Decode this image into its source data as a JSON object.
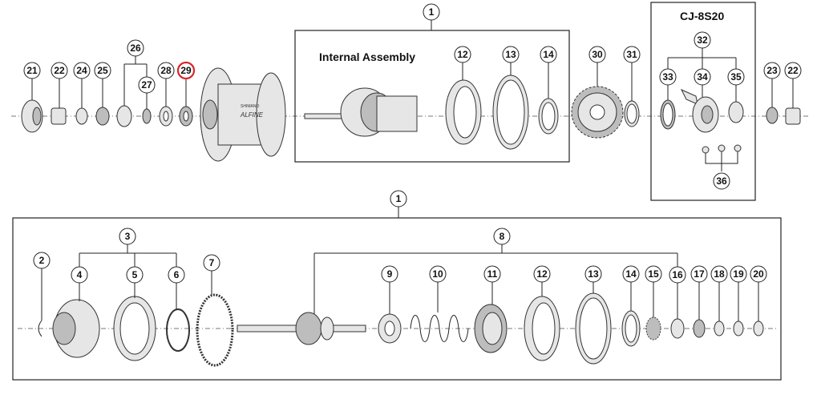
{
  "boxes": {
    "internal_assembly_title": "Internal Assembly",
    "cj_title": "CJ-8S20"
  },
  "hub_shell": {
    "brand_small": "SHIMANO",
    "brand_large": "ALFINE"
  },
  "highlight": {
    "part_number": "29",
    "color": "#d9262b"
  },
  "callouts": {
    "top_row": [
      "21",
      "22",
      "24",
      "25",
      "26",
      "27",
      "28",
      "29",
      "1",
      "12",
      "13",
      "14",
      "30",
      "31",
      "32",
      "33",
      "34",
      "35",
      "36",
      "23",
      "22"
    ],
    "bottom_row": [
      "1",
      "2",
      "3",
      "4",
      "5",
      "6",
      "7",
      "8",
      "9",
      "10",
      "11",
      "12",
      "13",
      "14",
      "15",
      "16",
      "17",
      "18",
      "19",
      "20"
    ]
  }
}
